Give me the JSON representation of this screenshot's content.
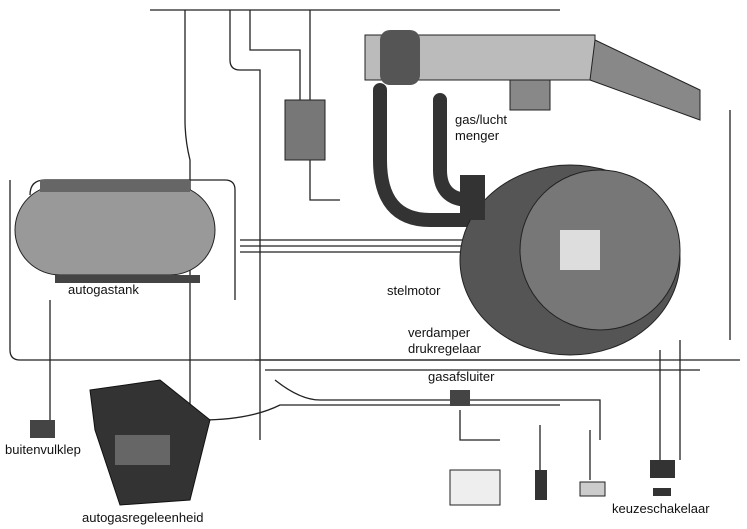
{
  "labels": {
    "gas_air_mixer_1": "gas/lucht",
    "gas_air_mixer_2": "menger",
    "tank": "autogastank",
    "actuator": "stelmotor",
    "vaporizer_1": "verdamper",
    "vaporizer_2": "drukregelaar",
    "shutoff": "gasafsluiter",
    "fill_valve": "buitenvulklep",
    "control_unit": "autogasregeleenheid",
    "selector": "keuzeschakelaar"
  }
}
